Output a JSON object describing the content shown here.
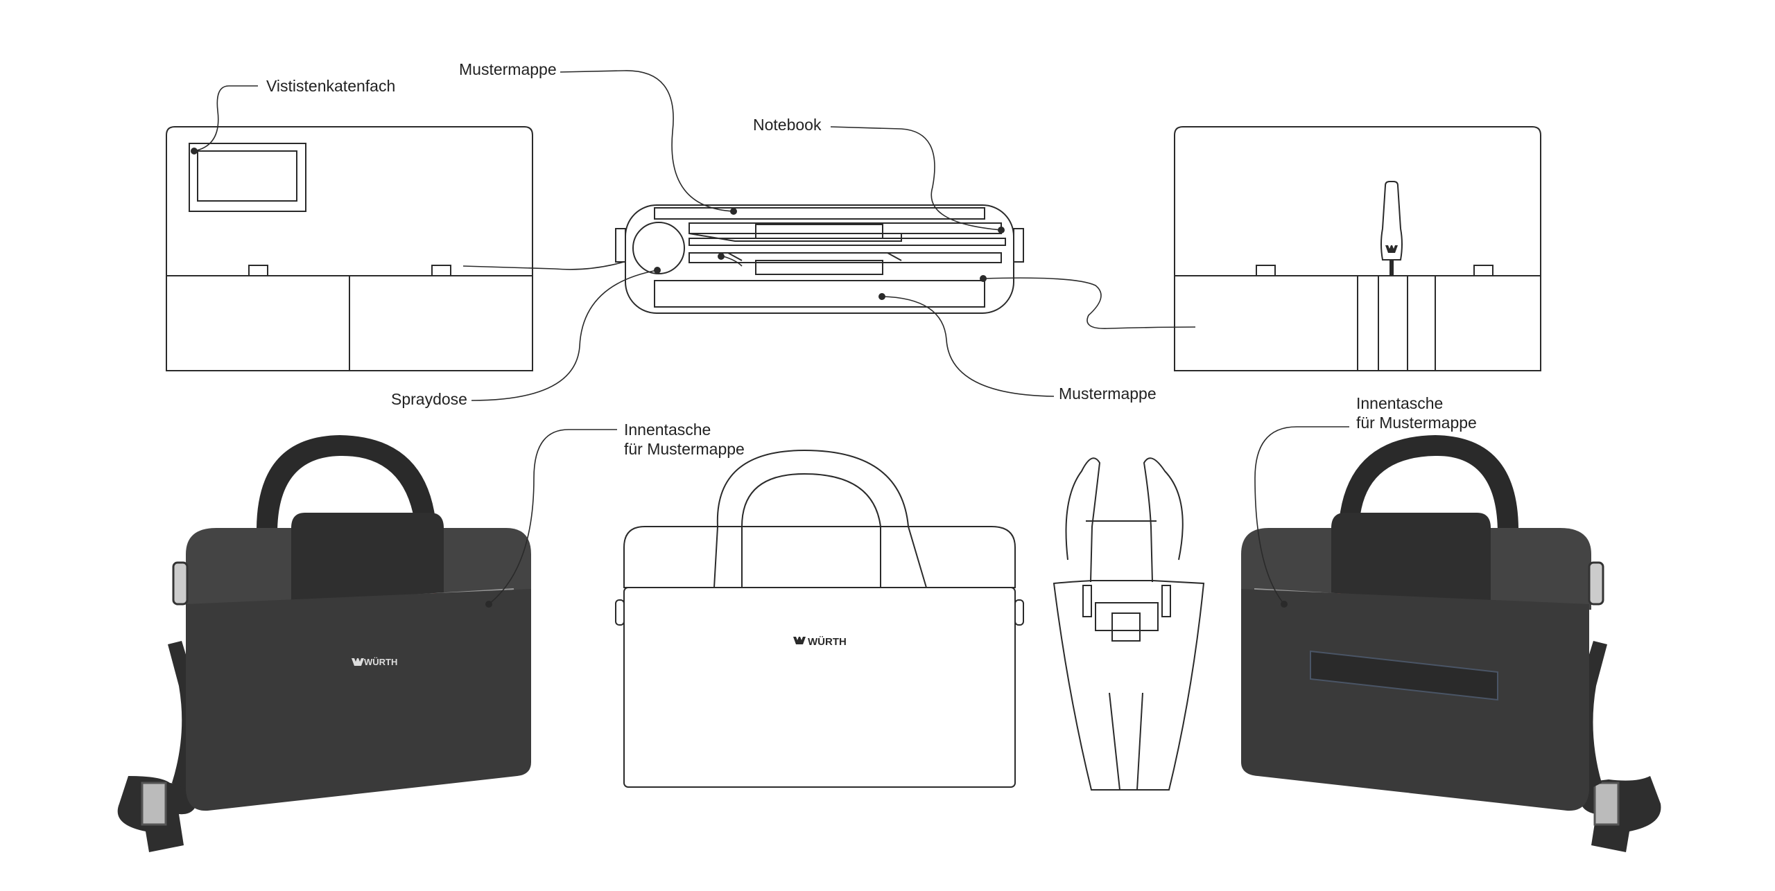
{
  "labels": {
    "vististenkatenfach": "Vististenkatenfach",
    "mustermappe_top": "Mustermappe",
    "notebook": "Notebook",
    "spraydose": "Spraydose",
    "mustermappe_bottom": "Mustermappe",
    "innentasche_left": "Innentasche\nfür Mustermappe",
    "innentasche_right": "Innentasche\nfür Mustermappe"
  },
  "brand": {
    "logo_text": "WÜRTH",
    "accent_color": "#d8392b",
    "bag_color": "#3a3a3a",
    "line_color": "#2a2a2a"
  },
  "icons": [
    "wurth-logo-icon",
    "screwdriver-icon"
  ]
}
